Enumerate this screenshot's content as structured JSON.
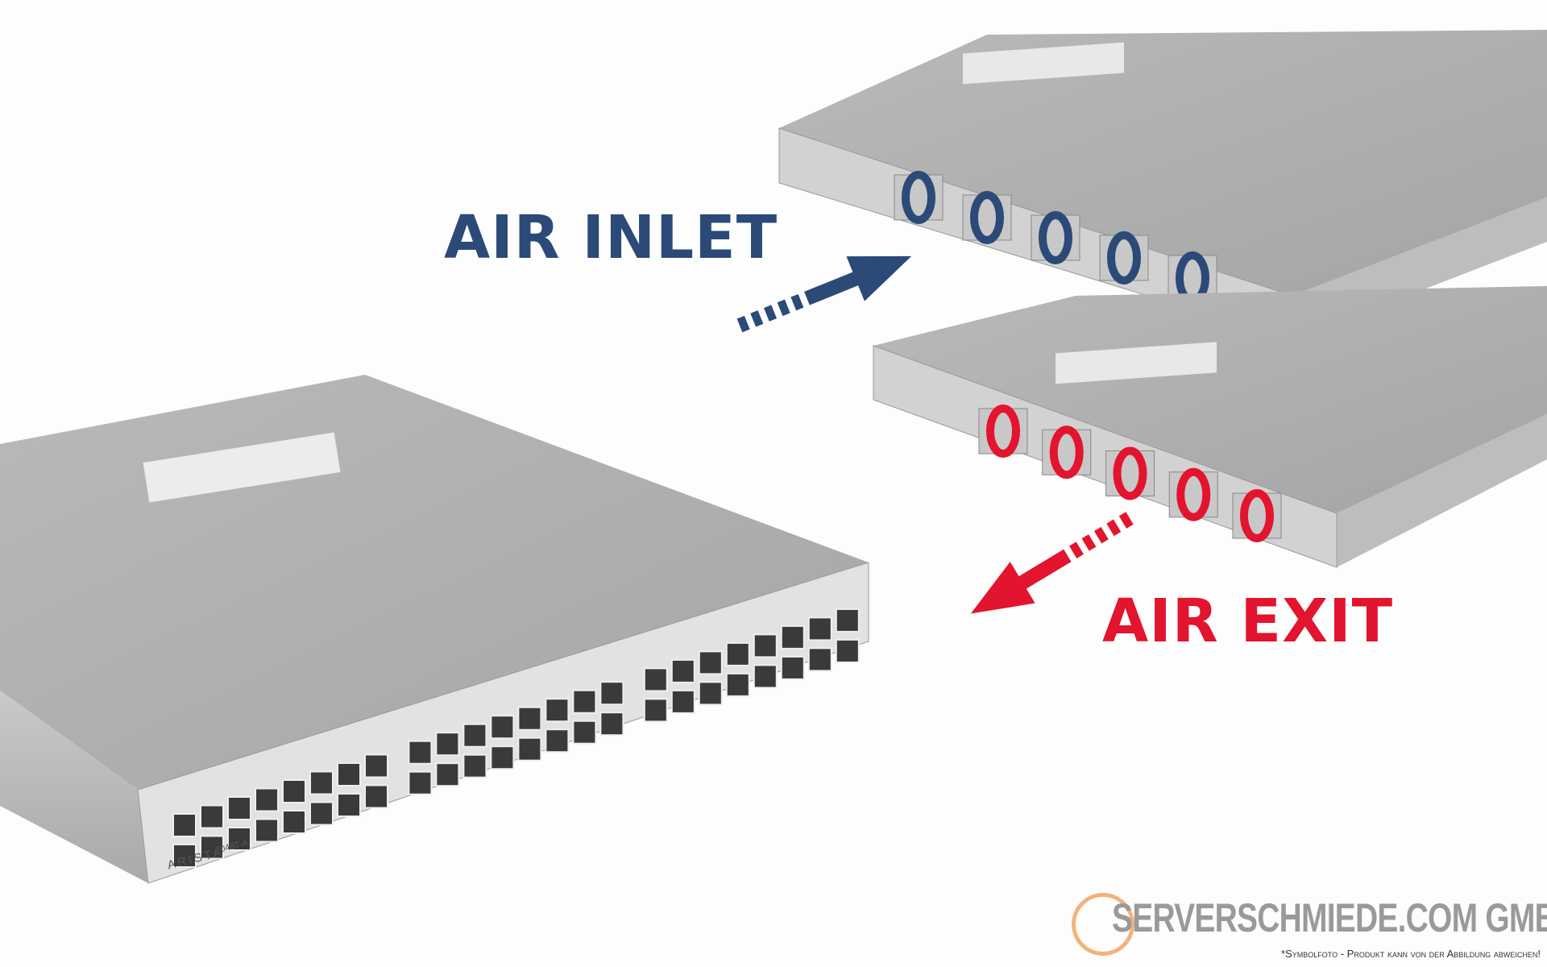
{
  "annotations": {
    "air_inlet": "AIR INLET",
    "air_exit": "AIR EXIT"
  },
  "product": {
    "brand": "ARISTA",
    "model": "7048T-A"
  },
  "watermark": {
    "company": "SERVERSCHMIEDE.COM GMBH",
    "disclaimer": "*Symbolfoto - Produkt kann von der Abbildung abweichen!"
  },
  "colors": {
    "inlet": "#2c4a78",
    "exit": "#e3142d",
    "logo_orange": "#f3b37a"
  }
}
